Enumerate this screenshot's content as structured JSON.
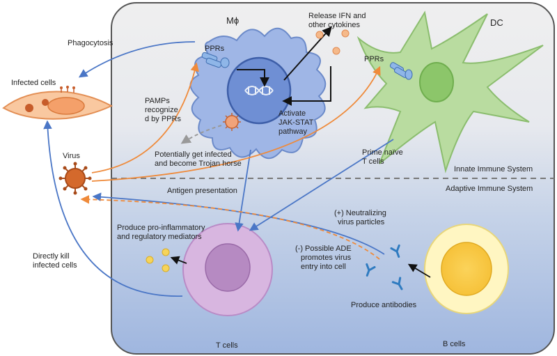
{
  "cells": {
    "macrophage": "Mϕ",
    "dc": "DC",
    "infected": "Infected cells",
    "virus": "Virus",
    "t_cells": "T cells",
    "b_cells": "B cells"
  },
  "systems": {
    "innate": "Innate Immune System",
    "adaptive": "Adaptive Immune System"
  },
  "labels": {
    "phagocytosis": "Phagocytosis",
    "ppr_macrophage": "PPRs",
    "ppr_dc": "PPRs",
    "ifn_line1": "Release IFN and",
    "ifn_line2": "other cytokines",
    "pamps_line1": "PAMPs",
    "pamps_line2": "recognize",
    "pamps_line3": "d by PPRs",
    "jak_line1": "Activate",
    "jak_line2": "JAK-STAT",
    "jak_line3": "pathway",
    "trojan_line1": "Potentially get infected",
    "trojan_line2": "and become Trojan horse",
    "prime_line1": "Prime naïve",
    "prime_line2": "T cells",
    "antigen": "Antigen presentation",
    "neutral_line1": "(+) Neutralizing",
    "neutral_line2": "virus particles",
    "proinf_line1": "Produce pro-inflammatory",
    "proinf_line2": "and regulatory mediators",
    "ade_line1": "(-) Possible ADE",
    "ade_line2": "promotes virus",
    "ade_line3": "entry into cell",
    "kill_line1": "Directly kill",
    "kill_line2": "infected cells",
    "antibodies": "Produce antibodies"
  },
  "colors": {
    "blue_arrow": "#4a76c6",
    "orange_arrow": "#ef8a3a",
    "macrophage_fill": "#9fb6e6",
    "dc_fill": "#b9dca0",
    "t_cell_fill": "#d8b6e0",
    "b_cell_fill": "#fff6c2",
    "virus_fill": "#d4692c"
  }
}
